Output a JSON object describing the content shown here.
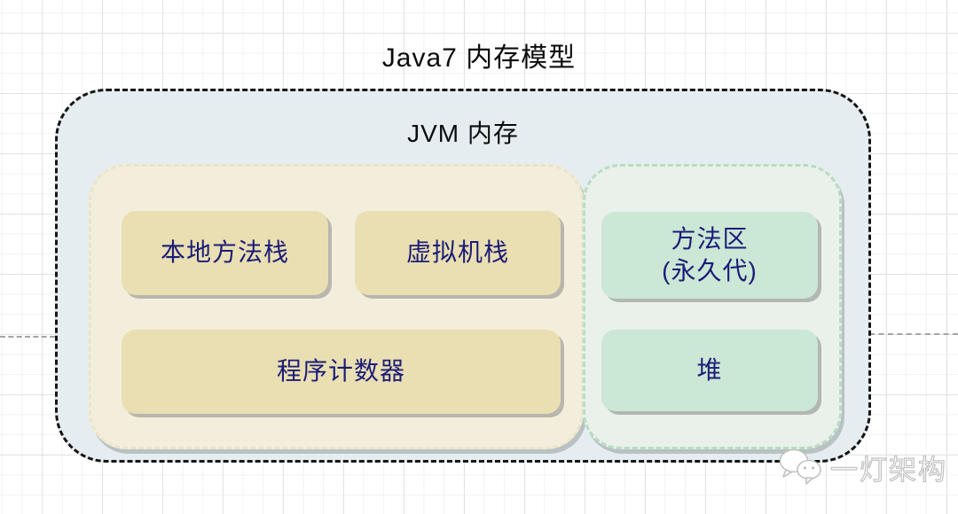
{
  "title": "Java7 内存模型",
  "jvm": {
    "label": "JVM 内存"
  },
  "boxes": {
    "native_method_stack": "本地方法栈",
    "vm_stack": "虚拟机栈",
    "program_counter": "程序计数器",
    "method_area_line1": "方法区",
    "method_area_line2": "(永久代)",
    "heap": "堆"
  },
  "watermark": {
    "text": "一灯架构",
    "icon": "wechat-icon"
  },
  "colors": {
    "jvm_fill": "#e5edf1",
    "stack_group_fill": "#f3eedc",
    "heap_group_fill": "#e9f1ea",
    "stack_box_fill": "#e9dfb2",
    "heap_box_fill": "#cbe7d5",
    "box_text": "#1c1c78",
    "border_dash": "#161616"
  }
}
